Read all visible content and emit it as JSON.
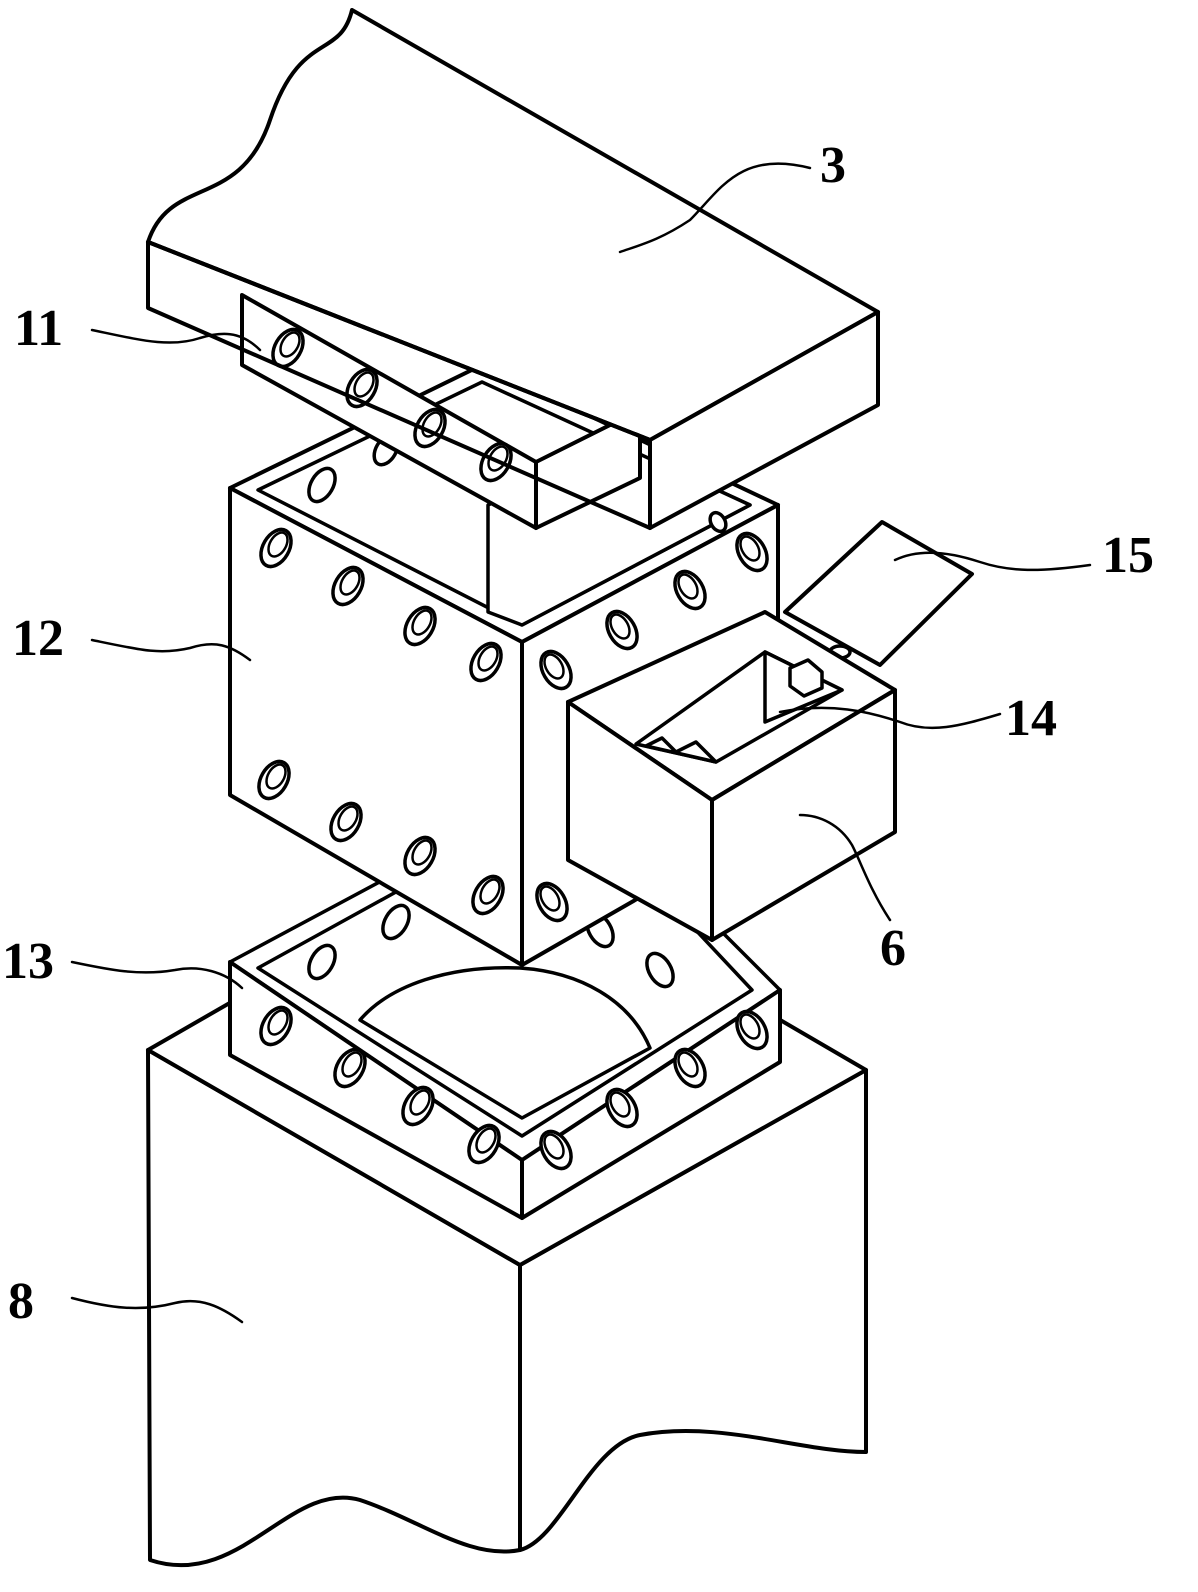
{
  "figure": {
    "callouts": {
      "part_3": "3",
      "part_11": "11",
      "part_12": "12",
      "part_13": "13",
      "part_14": "14",
      "part_15": "15",
      "part_6": "6",
      "part_8": "8"
    }
  }
}
